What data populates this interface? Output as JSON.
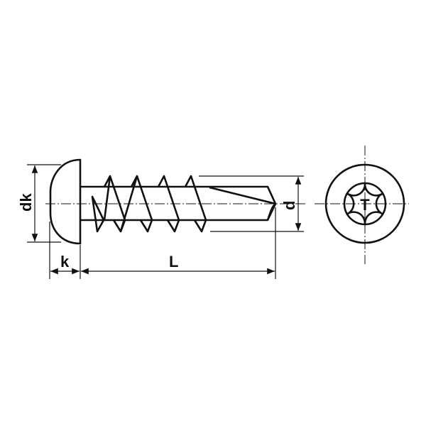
{
  "labels": {
    "head_diameter": "dk",
    "head_height": "k",
    "length": "L",
    "diameter": "d",
    "drive": "T"
  },
  "drive_type": "torx",
  "line_color": "#111111"
}
